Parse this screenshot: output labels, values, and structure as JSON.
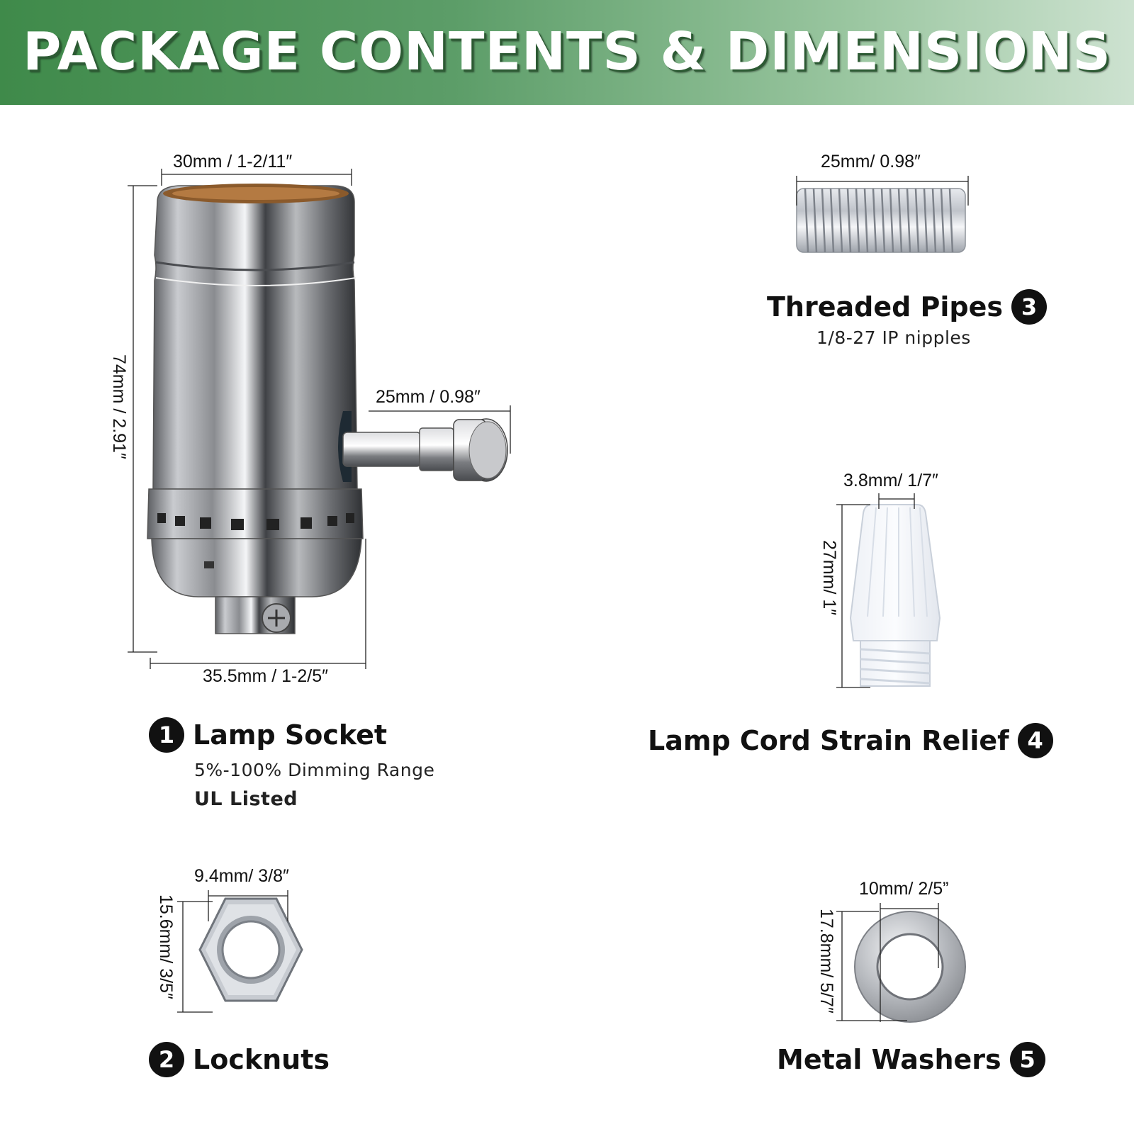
{
  "banner": {
    "title": "PACKAGE CONTENTS & DIMENSIONS"
  },
  "lamp_socket": {
    "badge": "1",
    "name": "Lamp Socket",
    "detail_1": "5%-100% Dimming Range",
    "detail_2": "UL Listed",
    "dim_top": "30mm / 1-2/11″",
    "dim_height": "74mm / 2.91″",
    "dim_knob": "25mm / 0.98″",
    "dim_bottom": "35.5mm / 1-2/5″"
  },
  "threaded_pipes": {
    "badge": "3",
    "name": "Threaded Pipes",
    "detail_1": "1/8-27 IP nipples",
    "dim_length": "25mm/ 0.98″"
  },
  "strain_relief": {
    "badge": "4",
    "name": "Lamp Cord Strain Relief",
    "dim_top": "3.8mm/ 1/7″",
    "dim_height": "27mm/ 1″"
  },
  "locknuts": {
    "badge": "2",
    "name": "Locknuts",
    "dim_inner": "9.4mm/ 3/8″",
    "dim_outer": "15.6mm/ 3/5″"
  },
  "washers": {
    "badge": "5",
    "name": "Metal Washers",
    "dim_inner": "10mm/ 2/5”",
    "dim_outer": "17.8mm/ 5/7″"
  }
}
